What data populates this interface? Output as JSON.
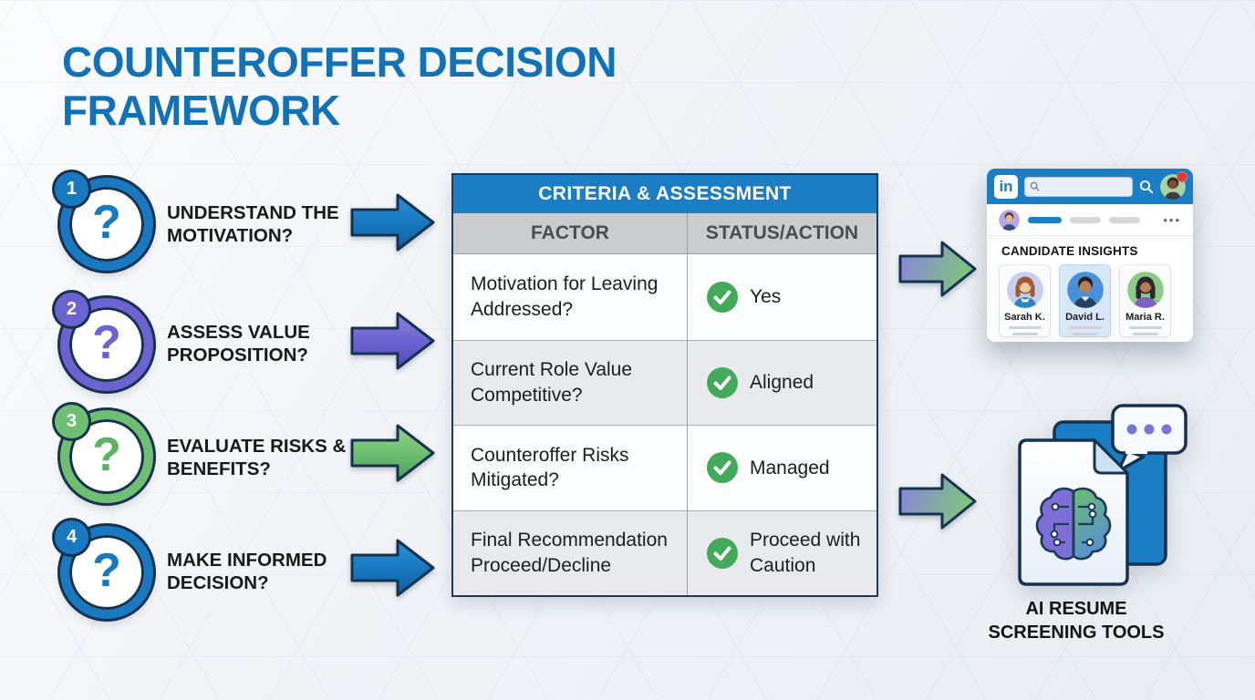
{
  "title": "COUNTEROFFER DECISION FRAMEWORK",
  "steps": [
    {
      "number": "1",
      "qmark": "?",
      "label": "UNDERSTAND THE MOTIVATION?"
    },
    {
      "number": "2",
      "qmark": "?",
      "label": "ASSESS VALUE PROPOSITION?"
    },
    {
      "number": "3",
      "qmark": "?",
      "label": "EVALUATE RISKS & BENEFITS?"
    },
    {
      "number": "4",
      "qmark": "?",
      "label": "MAKE INFORMED DECISION?"
    }
  ],
  "table": {
    "header": "CRITERIA & ASSESSMENT",
    "col_factor": "FACTOR",
    "col_status": "STATUS/ACTION",
    "rows": [
      {
        "factor": "Motivation for Leaving Addressed?",
        "status": "Yes"
      },
      {
        "factor": "Current Role Value Competitive?",
        "status": "Aligned"
      },
      {
        "factor": "Counteroffer Risks Mitigated?",
        "status": "Managed"
      },
      {
        "factor": "Final Recommendation Proceed/Decline",
        "status": "Proceed with Caution"
      }
    ]
  },
  "linkedin": {
    "logo": "in",
    "dots": "•••",
    "section_title": "CANDIDATE INSIGHTS",
    "candidates": [
      {
        "name": "Sarah K."
      },
      {
        "name": "David L."
      },
      {
        "name": "Maria R."
      }
    ]
  },
  "ai_label": "AI RESUME SCREENING TOOLS",
  "colors": {
    "title_blue": "#1272b8",
    "linkedin_blue": "#1b7ec4",
    "step_blue": "#1878c0",
    "step_purple": "#6b63d2",
    "step_green": "#6fbf72",
    "check_green": "#43a95b",
    "outline_navy": "#17324e",
    "bubble_dot_purple": "#7b74d9"
  }
}
